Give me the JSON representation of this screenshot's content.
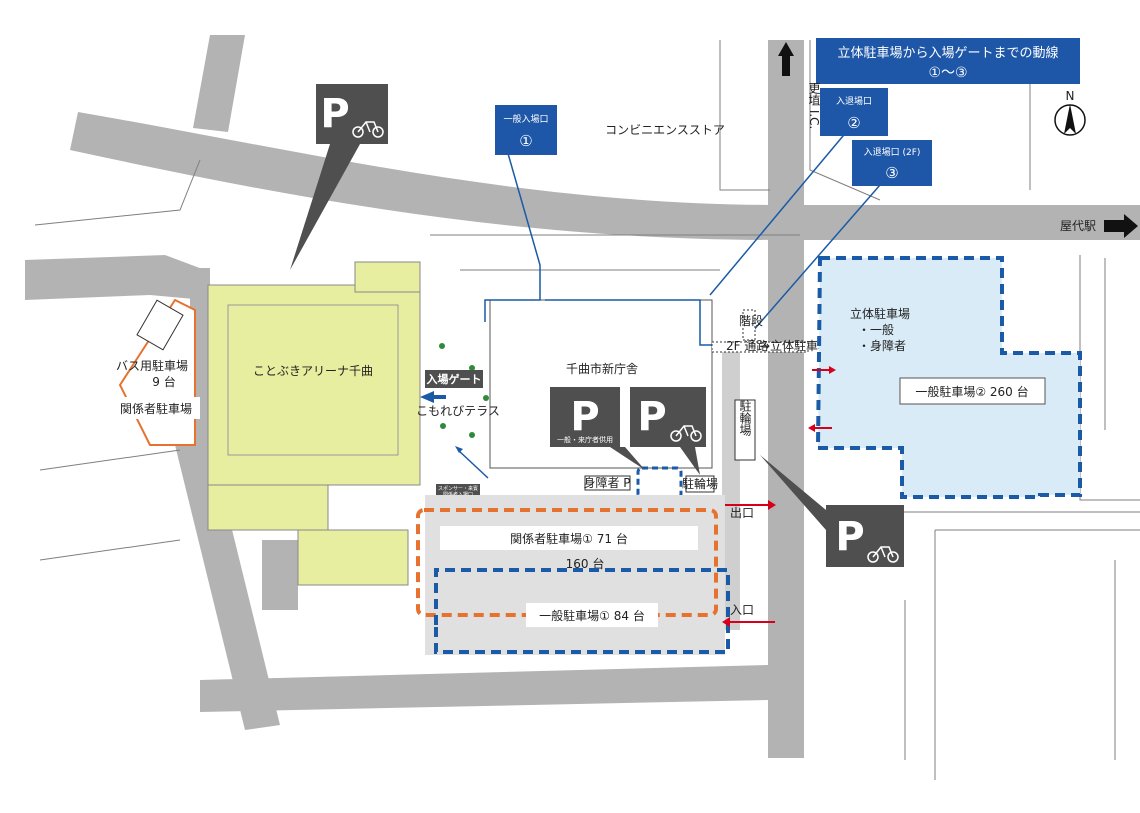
{
  "title_box": {
    "line1": "立体駐車場から入場ゲートまでの動線",
    "line2": "①〜③"
  },
  "entrances": [
    {
      "label": "一般入場口",
      "num": "①"
    },
    {
      "label": "入退場口",
      "num": "②"
    },
    {
      "label": "入退場口 (2F)",
      "num": "③"
    }
  ],
  "labels": {
    "convenience_store": "コンビニエンスストア",
    "arena": "ことぶきアリーナ千曲",
    "city_hall": "千曲市新庁舎",
    "entry_gate": "入場ゲート",
    "komorebi_terrace": "こもれびテラス",
    "bus_parking": "バス用駐車場",
    "bus_parking_count": "9 台",
    "staff_parking": "関係者駐車場",
    "staff_parking_1": "関係者駐車場① 71 台",
    "general_parking_1": "一般駐車場① 84 台",
    "general_parking_2": "一般駐車場② 260 台",
    "multistory_parking": "立体駐車場",
    "multistory_general": "・一般",
    "multistory_disabled": "・身障者",
    "disabled_p": "身障者 P",
    "bicycle_parking_small": "駐輪場",
    "bicycle_parking_vertical": "駐輪場",
    "general_visitor_shared": "一般・来庁者供用",
    "exit": "出口",
    "entrance": "入口",
    "count_160": "160 台",
    "passage_2f": "2F 通路",
    "to_multistory": "→立体駐車場",
    "stairs": "階段",
    "sponsor_entrance_1": "スポンサー・来賓",
    "sponsor_entrance_2": "関係者入場口",
    "koshoku_ic": "更埴 I.C.",
    "yashiro_station": "屋代駅",
    "parking_p": "P",
    "north": "N"
  },
  "colors": {
    "road": "#b3b3b3",
    "arena_fill": "#e8ee9f",
    "multistory_fill": "#d9ebf7",
    "blue_dash": "#1a5aa6",
    "orange_dash": "#e5732f",
    "title_blue": "#1f57a8",
    "sign_dark": "#4f4f4f",
    "arrow_red": "#d7001a"
  }
}
